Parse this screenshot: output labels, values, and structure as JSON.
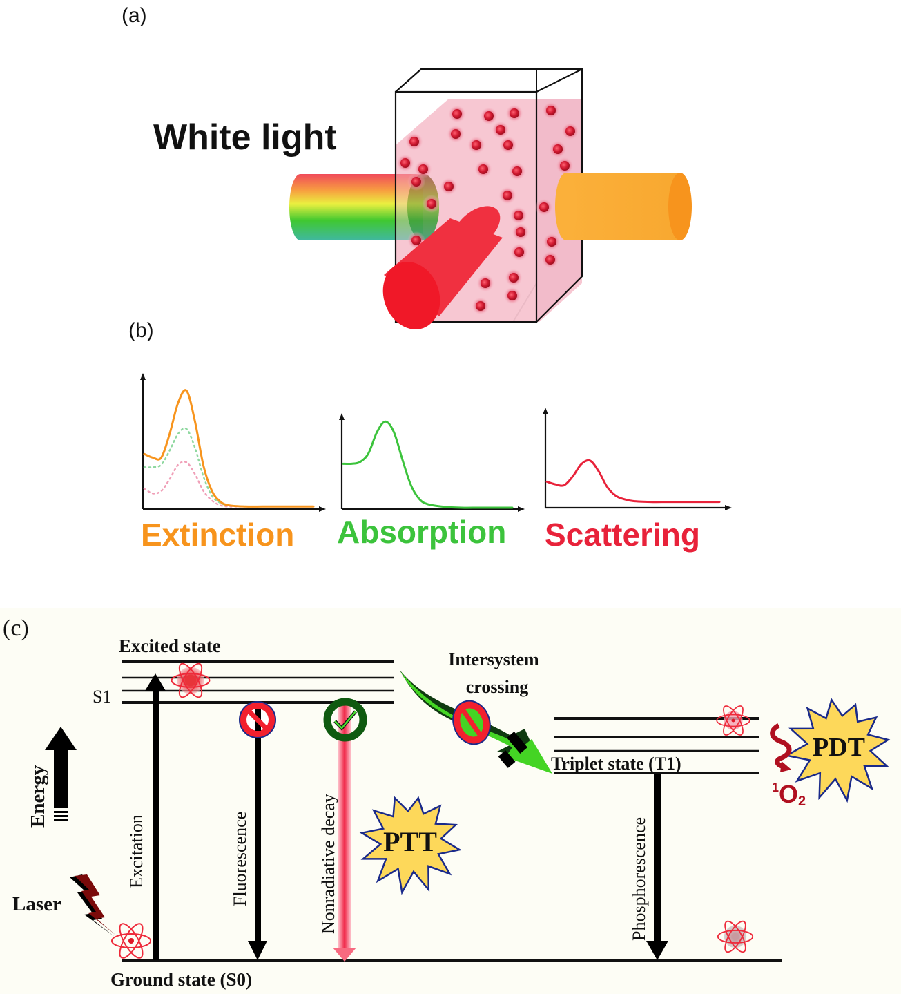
{
  "panels": {
    "a": {
      "label": "(a)",
      "title": "White light",
      "beams": {
        "incident": "white-light-rainbow-beam",
        "transmitted": "orange-transmitted-beam",
        "scattered": "red-scattered-beam"
      },
      "colors": {
        "cuvette_fill": "#f7c4d0",
        "particle": "#d8283c",
        "transmitted": "#f8a830",
        "scattered": "#f02838"
      }
    },
    "b": {
      "label": "(b)",
      "plots": [
        {
          "title": "Extinction",
          "color": "#f7941d"
        },
        {
          "title": "Absorption",
          "color": "#3cc33c"
        },
        {
          "title": "Scattering",
          "color": "#e8223a"
        }
      ]
    },
    "c": {
      "label": "(c)",
      "excited_state": "Excited state",
      "s1": "S1",
      "ground_state": "Ground state (S0)",
      "triplet_state": "Triplet state (T1)",
      "intersystem_line1": "Intersystem",
      "intersystem_line2": "crossing",
      "energy": "Energy",
      "laser": "Laser",
      "excitation": "Excitation",
      "fluorescence": "Fluorescence",
      "nonradiative": "Nonradiative decay",
      "phosphorescence": "Phosphorescence",
      "ptt": "PTT",
      "pdt": "PDT",
      "singlet_oxygen_sup": "1",
      "singlet_oxygen_base": "O",
      "singlet_oxygen_sub": "2",
      "colors": {
        "background": "#fdfdf5",
        "burst": "#fdd85a",
        "burst_outline": "#1a2a8a",
        "prohibited": "#f2202e",
        "check_ring": "#0f5a10",
        "isc_arrow": "#44d424",
        "o2": "#b01020"
      }
    }
  },
  "chart_data": [
    {
      "type": "line",
      "title": "Extinction",
      "xlabel": "",
      "ylabel": "",
      "x": [
        0,
        0.05,
        0.1,
        0.15,
        0.2,
        0.25,
        0.3,
        0.35,
        0.4,
        0.45,
        0.5,
        0.6,
        0.7,
        0.8,
        0.9,
        1.0
      ],
      "series": [
        {
          "name": "Extinction",
          "style": "solid",
          "values": [
            0.45,
            0.42,
            0.42,
            0.62,
            0.88,
            0.98,
            0.72,
            0.35,
            0.14,
            0.05,
            0.02,
            0.01,
            0.01,
            0.01,
            0.01,
            0.01
          ]
        },
        {
          "name": "Absorption component",
          "style": "dotted",
          "values": [
            0.34,
            0.34,
            0.36,
            0.48,
            0.62,
            0.66,
            0.5,
            0.26,
            0.1,
            0.04,
            0.02,
            0.01,
            0.01,
            0.01,
            0.01,
            0.01
          ]
        },
        {
          "name": "Scattering component",
          "style": "dotted",
          "values": [
            0.16,
            0.12,
            0.14,
            0.24,
            0.36,
            0.38,
            0.28,
            0.14,
            0.06,
            0.02,
            0.01,
            0.01,
            0.01,
            0.01,
            0.01,
            0.01
          ]
        }
      ],
      "xlim": [
        0,
        1
      ],
      "ylim": [
        0,
        1.1
      ],
      "grid": false
    },
    {
      "type": "line",
      "title": "Absorption",
      "xlabel": "",
      "ylabel": "",
      "x": [
        0,
        0.05,
        0.1,
        0.15,
        0.2,
        0.25,
        0.3,
        0.35,
        0.4,
        0.45,
        0.5,
        0.6,
        0.7,
        0.8,
        0.9,
        1.0
      ],
      "series": [
        {
          "name": "Absorption",
          "style": "solid",
          "values": [
            0.5,
            0.5,
            0.52,
            0.62,
            0.86,
            0.98,
            0.86,
            0.55,
            0.26,
            0.1,
            0.04,
            0.01,
            0.0,
            0.0,
            0.0,
            0.0
          ]
        }
      ],
      "xlim": [
        0,
        1
      ],
      "ylim": [
        0,
        1.1
      ],
      "grid": false
    },
    {
      "type": "line",
      "title": "Scattering",
      "xlabel": "",
      "ylabel": "",
      "x": [
        0,
        0.05,
        0.1,
        0.15,
        0.2,
        0.25,
        0.3,
        0.35,
        0.4,
        0.45,
        0.5,
        0.6,
        0.7,
        0.8,
        0.9,
        1.0
      ],
      "series": [
        {
          "name": "Scattering",
          "style": "solid",
          "values": [
            0.28,
            0.25,
            0.24,
            0.34,
            0.48,
            0.52,
            0.4,
            0.22,
            0.12,
            0.08,
            0.06,
            0.05,
            0.05,
            0.05,
            0.05,
            0.05
          ]
        }
      ],
      "xlim": [
        0,
        1
      ],
      "ylim": [
        0,
        1.1
      ],
      "grid": false
    }
  ]
}
